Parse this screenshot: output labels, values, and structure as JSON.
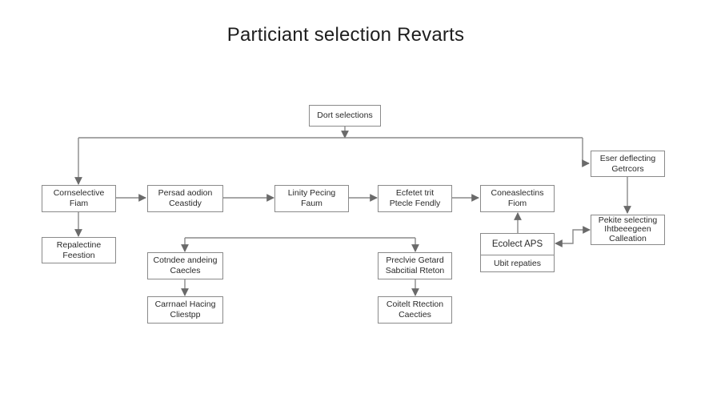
{
  "title": "Particiant selection Revarts",
  "colors": {
    "line": "#8a8a8a",
    "arrow": "#6a6a6a",
    "text": "#2a2a2a"
  },
  "nodes": {
    "top": {
      "lines": [
        "Dort selections"
      ]
    },
    "left1": {
      "lines": [
        "Cornselective",
        "Fiam"
      ]
    },
    "left2": {
      "lines": [
        "Repalectine",
        "Feestion"
      ]
    },
    "n2": {
      "lines": [
        "Persad aodion",
        "Ceastidy"
      ]
    },
    "n3": {
      "lines": [
        "Linity Pecing",
        "Faum"
      ]
    },
    "n4": {
      "lines": [
        "Ecfetet trit",
        "Ptecle Fendly"
      ]
    },
    "n5": {
      "lines": [
        "Coneaslectins",
        "Fiom"
      ]
    },
    "b1": {
      "lines": [
        "Cotndee andeing",
        "Caecles"
      ]
    },
    "b2": {
      "lines": [
        "Carrnael Hacing",
        "Cliestpp"
      ]
    },
    "b3": {
      "lines": [
        "Preclvie Getard",
        "Sabcitial Rteton"
      ]
    },
    "b4": {
      "lines": [
        "Coitelt Rtection",
        "Caecties"
      ]
    },
    "r1": {
      "lines": [
        "Eser deflecting",
        "Getrcors"
      ]
    },
    "r2": {
      "lines": [
        "Pekite selecting",
        "Ihtbeeegeen",
        "Calleation"
      ]
    },
    "ecolect": {
      "top": "Ecolect APS",
      "bottom": "Ubit repaties"
    }
  }
}
